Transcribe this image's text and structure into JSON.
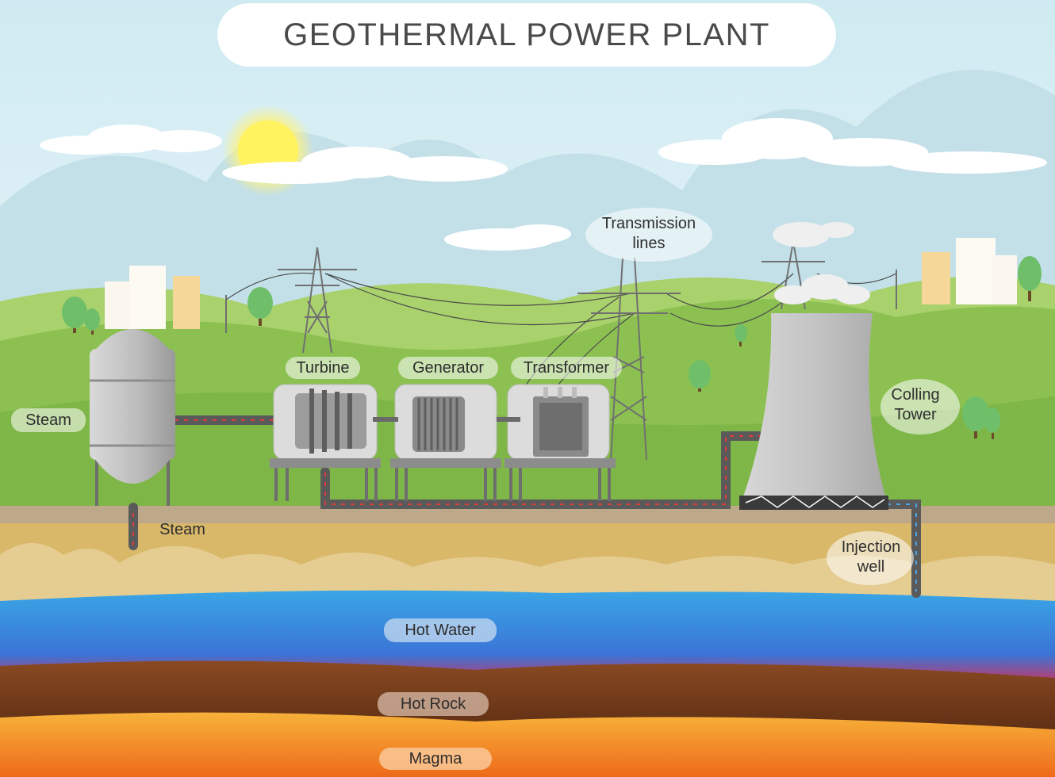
{
  "title": "GEOTHERMAL POWER PLANT",
  "labels": {
    "transmission_line1": "Transmission",
    "transmission_line2": "lines",
    "turbine": "Turbine",
    "generator": "Generator",
    "transformer": "Transformer",
    "steam_top": "Steam",
    "steam_bottom": "Steam",
    "cooling_tower_line1": "Colling",
    "cooling_tower_line2": "Tower",
    "injection_line1": "Injection",
    "injection_line2": "well",
    "hot_water": "Hot Water",
    "hot_rock": "Hot Rock",
    "magma": "Magma"
  },
  "colors": {
    "sky": "#dff2f6",
    "hills": "#8cc152",
    "soil": "#d9b86a",
    "water": "#2f96dc",
    "rock": "#7a3e1d",
    "magma": "#f08a1c",
    "flow_hot": "#e23b3b",
    "flow_cold": "#4aa6e6"
  }
}
